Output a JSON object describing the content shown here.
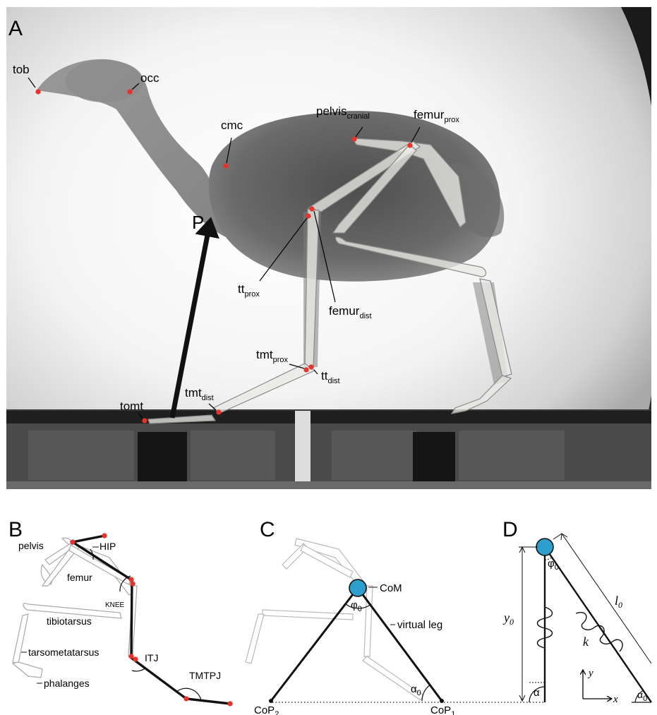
{
  "panels": {
    "a": "A",
    "b": "B",
    "c": "C",
    "d": "D"
  },
  "panel_a": {
    "landmarks": {
      "tob": "tob",
      "occ": "occ",
      "cmc": "cmc",
      "pelvis": {
        "base": "pelvis",
        "sub": "cranial"
      },
      "femur_prox": {
        "base": "femur",
        "sub": "prox"
      },
      "tt_prox": {
        "base": "tt",
        "sub": "prox"
      },
      "femur_dist": {
        "base": "femur",
        "sub": "dist"
      },
      "tmt_prox": {
        "base": "tmt",
        "sub": "prox"
      },
      "tt_dist": {
        "base": "tt",
        "sub": "dist"
      },
      "tomt": "tomt",
      "tmt_dist": {
        "base": "tmt",
        "sub": "dist"
      }
    },
    "force_vector": "P"
  },
  "panel_b": {
    "labels": {
      "pelvis": "pelvis",
      "hip": "HIP",
      "femur": "femur",
      "knee": "KNEE",
      "tibiotarsus": "tibiotarsus",
      "tarsometatarsus": "tarsometatarsus",
      "itj": "ITJ",
      "phalanges": "phalanges",
      "tmtpj": "TMTPJ"
    }
  },
  "panel_c": {
    "labels": {
      "com": "CoM",
      "phi": {
        "base": "φ",
        "sub": "0"
      },
      "virtual_leg": "virtual leg",
      "alpha": {
        "base": "α",
        "sub": "0"
      },
      "cop2": {
        "base": "CoP",
        "sub": "2"
      },
      "cop1": {
        "base": "CoP",
        "sub": "1"
      }
    }
  },
  "panel_d": {
    "labels": {
      "phi": {
        "base": "φ",
        "sub": "0"
      },
      "l": {
        "base": "l",
        "sub": "0"
      },
      "y": {
        "base": "y",
        "sub": "0"
      },
      "k": "k",
      "alpha": "α",
      "alpha0": {
        "base": "α",
        "sub": "0"
      },
      "axis_y": "y",
      "axis_x": "x"
    }
  },
  "colors": {
    "landmark": "#e8322a",
    "com": "#2e9fcc",
    "stroke": "#111111"
  }
}
